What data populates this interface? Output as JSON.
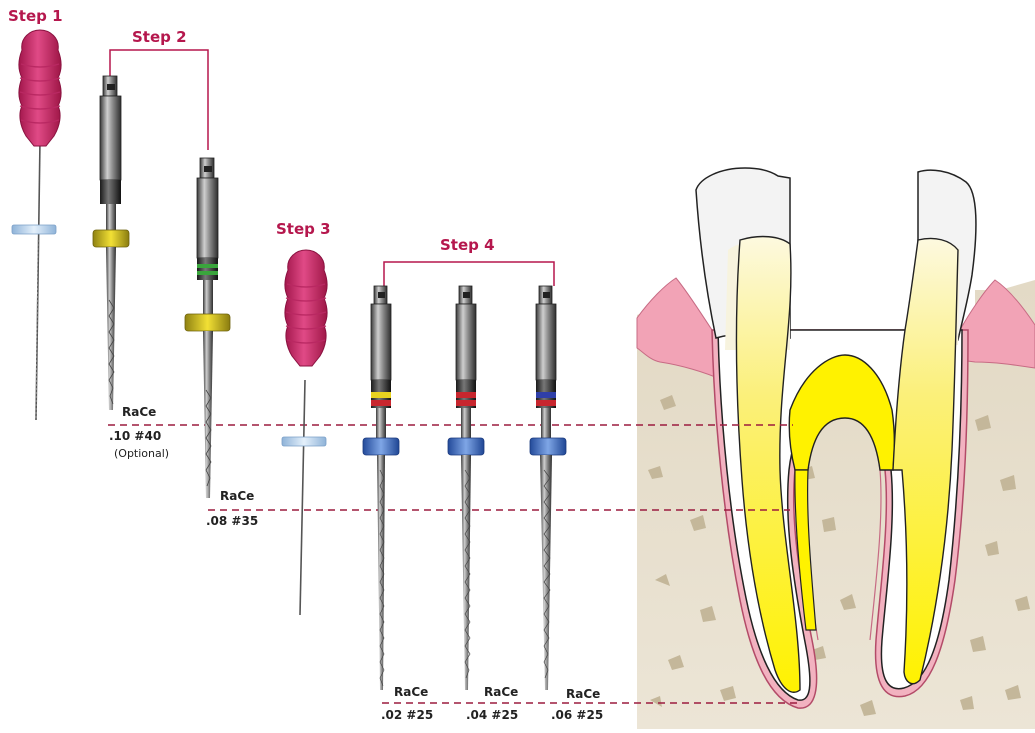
{
  "steps": [
    "Step 1",
    "Step 2",
    "Step 3",
    "Step 4"
  ],
  "files": [
    {
      "brand": "RaCe",
      "size": ".10 #40",
      "note": "(Optional)"
    },
    {
      "brand": "RaCe",
      "size": ".08 #35"
    },
    {
      "brand": "RaCe",
      "size": ".02 #25"
    },
    {
      "brand": "RaCe",
      "size": ".04 #25"
    },
    {
      "brand": "RaCe",
      "size": ".06 #25"
    }
  ],
  "colors": {
    "step_text": "#b5174d",
    "bracket": "#b5174d",
    "depth_line": "#9c1b3f",
    "hand_file_handle": "#d2356f",
    "ring_yellow": "#e8d320",
    "ring_green": "#3aa53c",
    "ring_red": "#c8262e",
    "ring_blue": "#2f3fa8",
    "stopper_blue": "#4f7fcf",
    "bone": "#e8e0cf",
    "gum": "#f0a0b2",
    "pulp": "#fff200",
    "enamel": "#f4f4f4"
  }
}
